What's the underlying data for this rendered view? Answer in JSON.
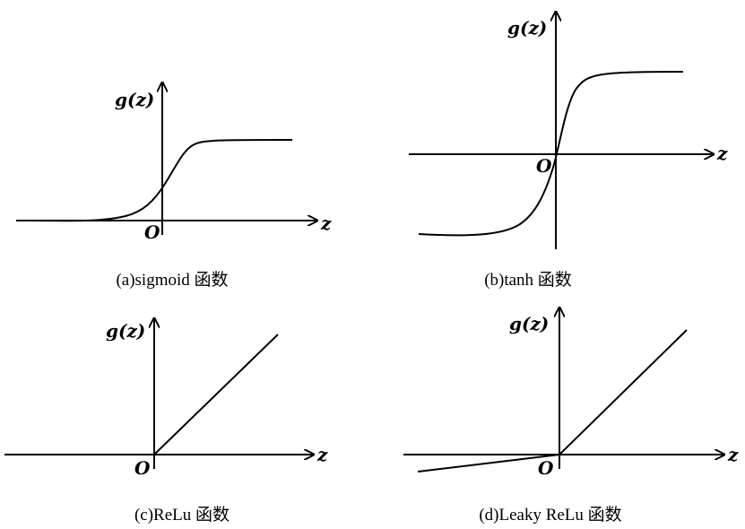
{
  "panels": [
    {
      "id": "sigmoid",
      "ylabel": "g(z)",
      "xlabel": "z",
      "origin": "O",
      "caption": "(a)sigmoid 函数"
    },
    {
      "id": "tanh",
      "ylabel": "g(z)",
      "xlabel": "z",
      "origin": "O",
      "caption": "(b)tanh 函数"
    },
    {
      "id": "relu",
      "ylabel": "g(z)",
      "xlabel": "z",
      "origin": "O",
      "caption": "(c)ReLu 函数"
    },
    {
      "id": "leaky-relu",
      "ylabel": "g(z)",
      "xlabel": "z",
      "origin": "O",
      "caption": "(d)Leaky ReLu 函数"
    }
  ]
}
